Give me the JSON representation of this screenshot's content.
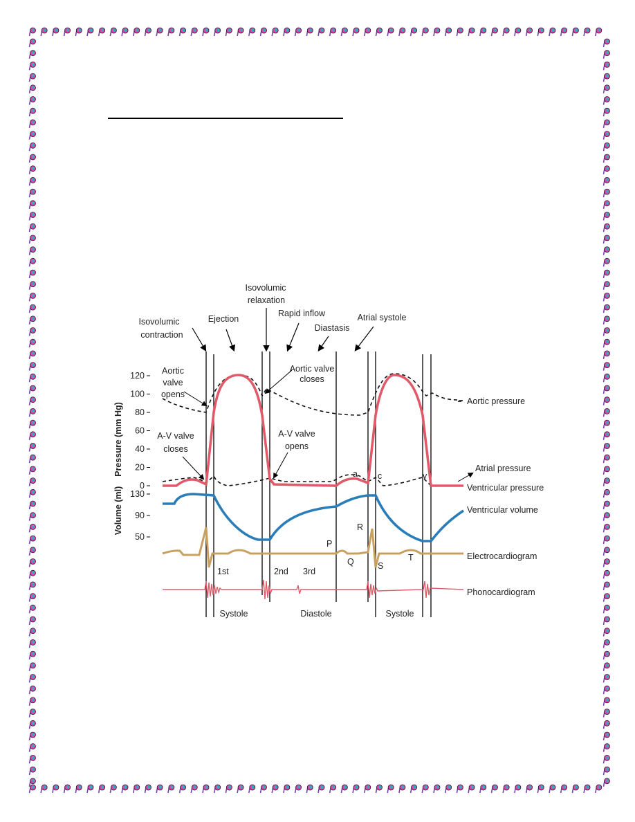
{
  "page": {
    "border": {
      "motif": "pink-teal-purple ornament",
      "colors": [
        "#e040b0",
        "#28b0c0",
        "#7a3fb0"
      ]
    },
    "diagram": {
      "phase_labels": {
        "isovolumic_contraction_line1": "Isovolumic",
        "isovolumic_contraction_line2": "contraction",
        "ejection": "Ejection",
        "isovolumic_relaxation_line1": "Isovolumic",
        "isovolumic_relaxation_line2": "relaxation",
        "rapid_inflow": "Rapid inflow",
        "diastasis": "Diastasis",
        "atrial_systole": "Atrial systole"
      },
      "event_labels": {
        "aortic_valve_opens_line1": "Aortic",
        "aortic_valve_opens_line2": "valve",
        "aortic_valve_opens_line3": "opens",
        "aortic_valve_closes_line1": "Aortic valve",
        "aortic_valve_closes_line2": "closes",
        "av_valve_closes_line1": "A-V valve",
        "av_valve_closes_line2": "closes",
        "av_valve_opens_line1": "A-V valve",
        "av_valve_opens_line2": "opens"
      },
      "pressure_axis": {
        "title": "Pressure (mm Hg)",
        "ticks": [
          "120",
          "100",
          "80",
          "60",
          "40",
          "20",
          "0"
        ]
      },
      "volume_axis": {
        "title": "Volume (ml)",
        "ticks": [
          "130",
          "90",
          "50"
        ]
      },
      "trace_labels": {
        "aortic_pressure": "Aortic pressure",
        "atrial_pressure": "Atrial pressure",
        "ventricular_pressure": "Ventricular pressure",
        "ventricular_volume": "Ventricular volume",
        "electrocardiogram": "Electrocardiogram",
        "phonocardiogram": "Phonocardiogram"
      },
      "wave_labels": {
        "a": "a",
        "c": "c",
        "v": "v",
        "P": "P",
        "Q": "Q",
        "R": "R",
        "S": "S",
        "T": "T"
      },
      "heart_sounds": {
        "first": "1st",
        "second": "2nd",
        "third": "3rd"
      },
      "cycle_labels": {
        "systole_1": "Systole",
        "diastole": "Diastole",
        "systole_2": "Systole"
      },
      "colors": {
        "ventricular_pressure": "#e05a6a",
        "ventricular_volume": "#2a7db8",
        "ecg": "#c8a060",
        "phono": "#e05a6a"
      }
    }
  }
}
